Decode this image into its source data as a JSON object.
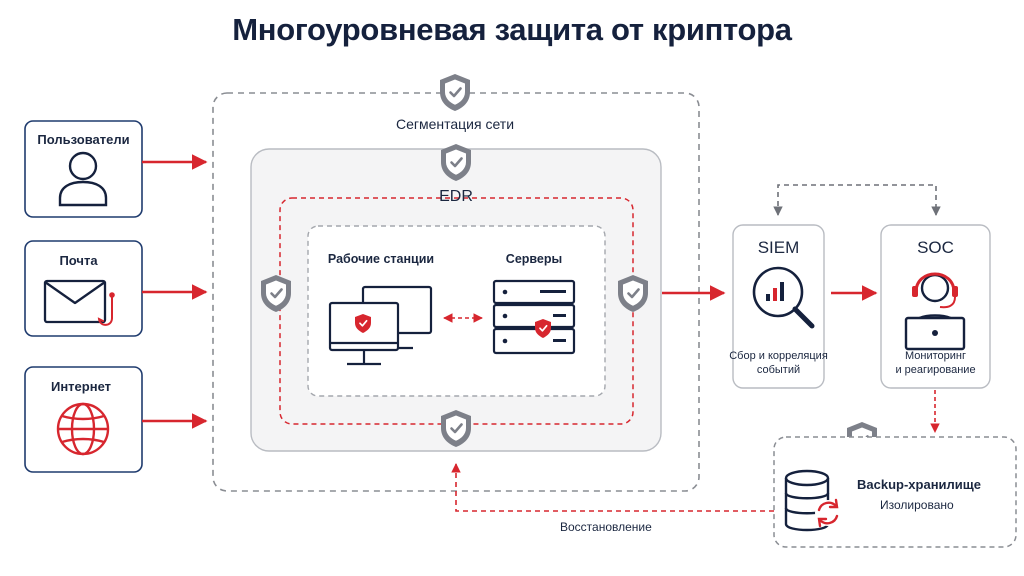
{
  "title": "Многоуровневая защита от криптора",
  "sources": {
    "users": "Пользователи",
    "mail": "Почта",
    "internet": "Интернет"
  },
  "layers": {
    "segmentation": "Сегментация сети",
    "edr": "EDR"
  },
  "hosts": {
    "workstations": "Рабочие станции",
    "servers": "Серверы"
  },
  "siem": {
    "title": "SIEM",
    "caption_line1": "Сбор и корреляция",
    "caption_line2": "событий"
  },
  "soc": {
    "title": "SOC",
    "caption_line1": "Мониторинг",
    "caption_line2": "и реагирование"
  },
  "backup": {
    "title": "Backup-хранилище",
    "subtitle": "Изолировано"
  },
  "recovery": "Восстановление",
  "colors": {
    "navy": "#1f3b6e",
    "red": "#d7262e",
    "shield_gray": "#7d8089",
    "dash_gray": "#8a8d93"
  }
}
